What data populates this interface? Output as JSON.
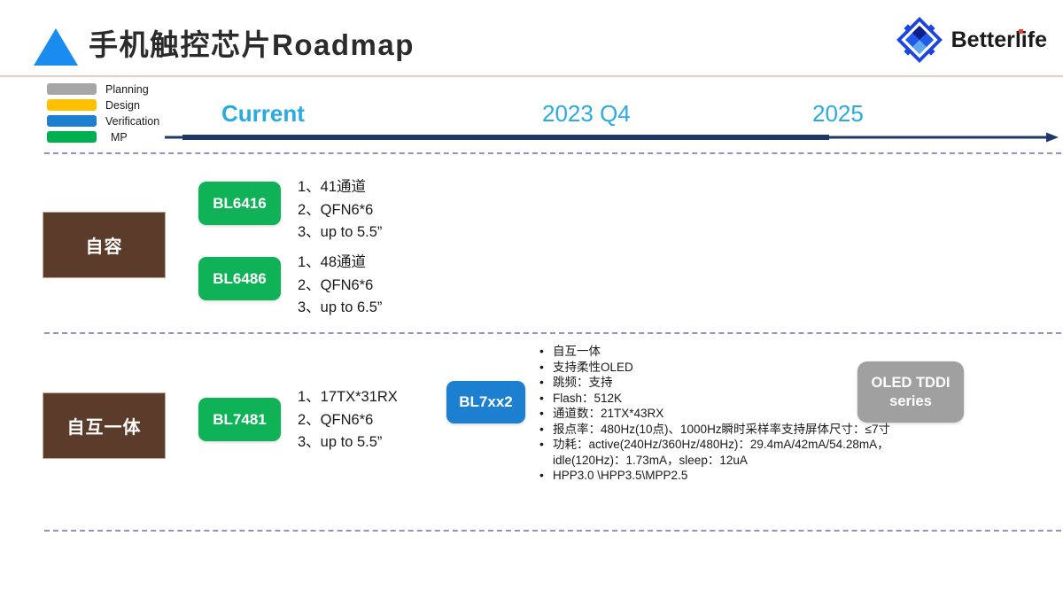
{
  "header": {
    "title": "手机触控芯片Roadmap",
    "triangle_icon": "triangle-icon",
    "brand_name": "Betterlife",
    "accent_color": "#1A8CF0"
  },
  "legend": {
    "items": [
      {
        "label": "Planning",
        "color": "#A6A6A6"
      },
      {
        "label": "Design",
        "color": "#FFC000"
      },
      {
        "label": "Verification",
        "color": "#1C7FD0"
      },
      {
        "label": "MP",
        "color": "#00B050"
      }
    ]
  },
  "timeline": {
    "labels": [
      "Current",
      "2023 Q4",
      "2025"
    ],
    "axis_color": "#1F3864"
  },
  "rows": [
    {
      "category": "自容",
      "products": [
        {
          "name": "BL6416",
          "status_color": "#0FB257",
          "specs": [
            "1、41通道",
            "2、QFN6*6",
            "3、up to 5.5”"
          ]
        },
        {
          "name": "BL6486",
          "status_color": "#0FB257",
          "specs": [
            "1、48通道",
            "2、QFN6*6",
            "3、up to 6.5”"
          ]
        }
      ]
    },
    {
      "category": "自互一体",
      "products": [
        {
          "name": "BL7481",
          "status_color": "#0FB257",
          "specs": [
            "1、17TX*31RX",
            "2、QFN6*6",
            "3、up to 5.5”"
          ]
        },
        {
          "name": "BL7xx2",
          "status_color": "#1C7FD0",
          "bullets": [
            "自互一体",
            "支持柔性OLED",
            "跳频：支持",
            "Flash：512K",
            "通道数：21TX*43RX",
            "报点率：480Hz(10点)、1000Hz瞬时采样率支持屏体尺寸：≤7寸",
            "功耗：active(240Hz/360Hz/480Hz)：29.4mA/42mA/54.28mA，idle(120Hz)：1.73mA，sleep：12uA",
            "HPP3.0 \\HPP3.5\\MPP2.5"
          ]
        },
        {
          "name_line1": "OLED TDDI",
          "name_line2": "series",
          "status_color": "#A0A0A0"
        }
      ]
    }
  ]
}
